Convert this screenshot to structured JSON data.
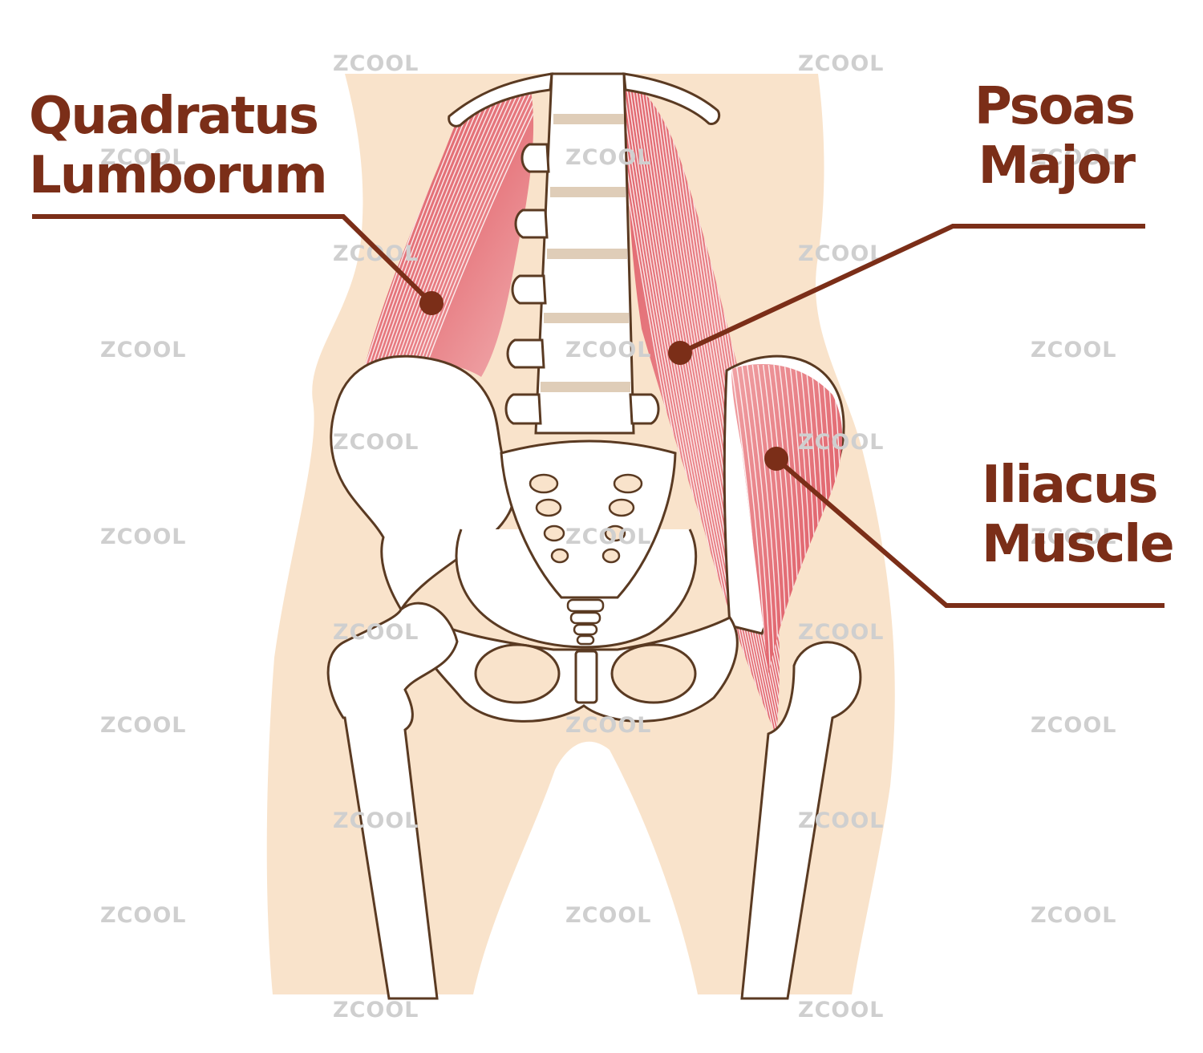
{
  "labels": {
    "quadratus": {
      "line1": "Quadratus",
      "line2": "Lumborum"
    },
    "psoas": {
      "line1": "Psoas",
      "line2": "Major"
    },
    "iliacus": {
      "line1": "Iliacus",
      "line2": "Muscle"
    }
  },
  "watermark": "ZCOOL",
  "colors": {
    "label_text": "#7b2e18",
    "leader_line": "#7b2e18",
    "skin": "#f9e3cb",
    "bone_fill": "#ffffff",
    "bone_outline": "#5a3a22",
    "disc": "#dfcdb8",
    "muscle_light": "#f0a6a8",
    "muscle_mid": "#e77b81",
    "muscle_dark": "#d9535e",
    "watermark": "#cfcfcf"
  }
}
